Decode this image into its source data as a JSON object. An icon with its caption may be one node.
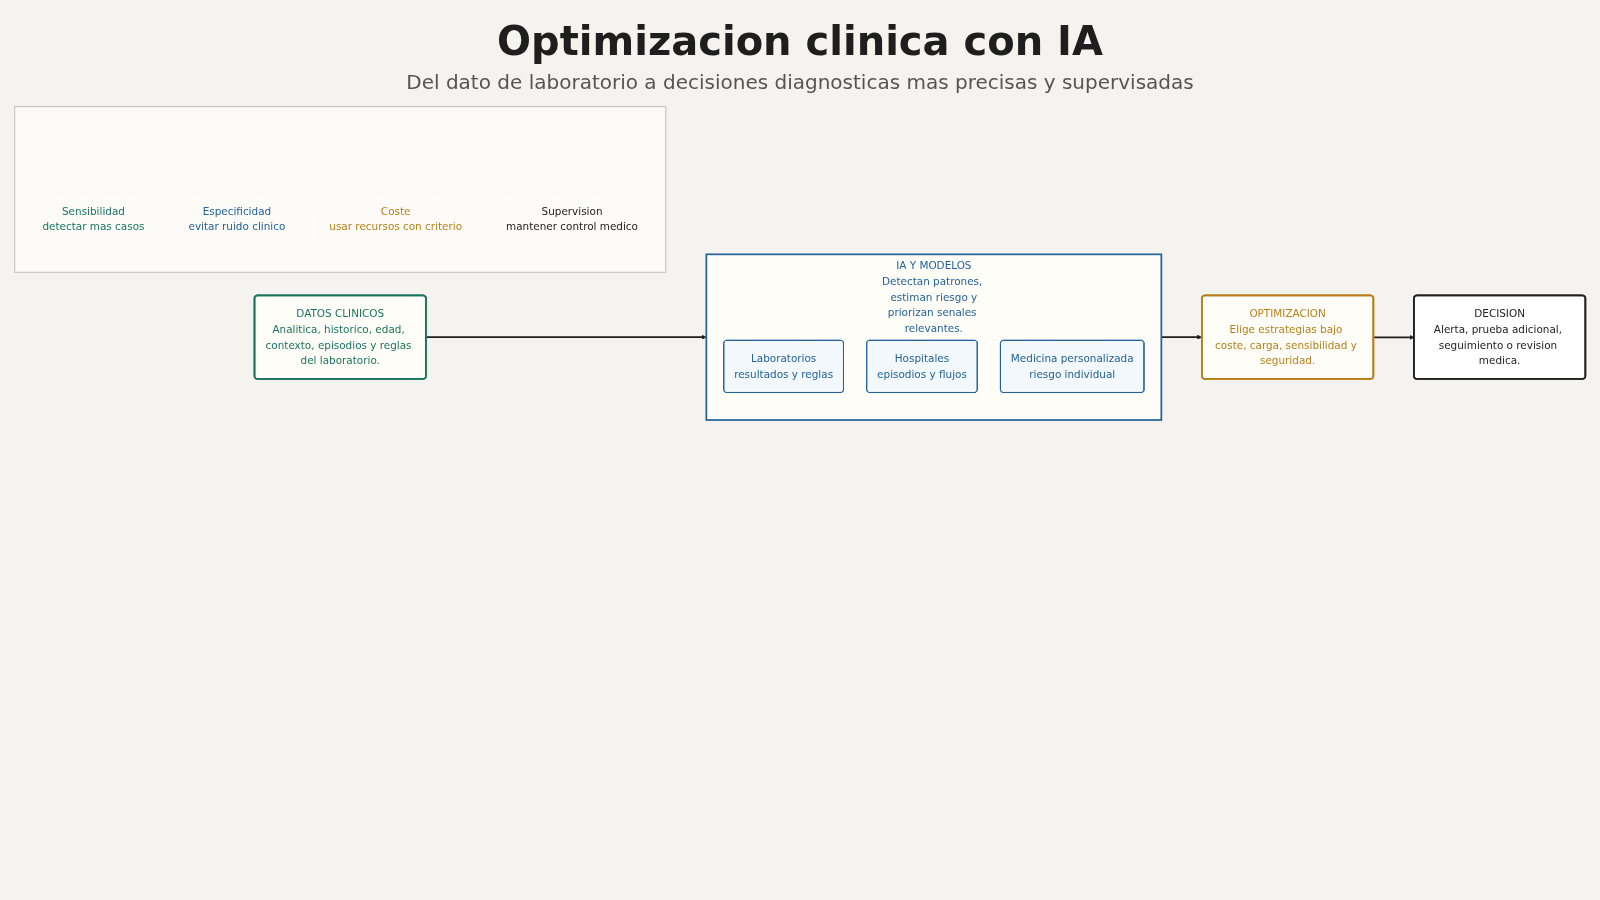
{
  "diagram": {
    "title": "Optimizacion clinica con IA",
    "nodes": [
      {
        "text": [
          "DATOS CLINICOS",
          "Analitica, historico, edad, contexto, episodios y reglas del laboratorio."
        ]
      },
      {
        "text": [
          "IA Y MODELOS",
          "Detectan patrones, estiman riesgo y priorizan senales relevantes."
        ]
      },
      {
        "text": [
          "Laboratorios",
          "resultados y reglas"
        ],
        "in": 1
      },
      {
        "text": [
          "Hospitales",
          "episodios y flujos"
        ],
        "in": 1
      },
      {
        "text": [
          "Medicina personalizada",
          "riesgo individual"
        ],
        "in": 1
      },
      {
        "text": [
          "OPTIMIZACION",
          "Elige estrategias bajo coste, carga, sensibilidad y seguridad."
        ]
      },
      {
        "text": [
          "DECISION",
          "Alerta, prueba adicional, seguimiento o revision medica."
        ]
      },
      {
        "text": [],
        "shape": "box"
      },
      {
        "text": [
          "Sensibilidad",
          "detectar mas casos"
        ],
        "in": 7
      },
      {
        "text": [
          "Especificidad",
          "evitar ruido clinico"
        ],
        "in": 7
      },
      {
        "text": [
          "Coste",
          "usar recursos con criterio"
        ],
        "in": 7
      },
      {
        "text": [
          "Supervision",
          "mantener control medico"
        ],
        "in": 7
      }
    ],
    "edges": [
      {
        "from": 0,
        "to": 1,
        "arrow": "to"
      },
      {
        "from": 1,
        "to": 5,
        "arrow": "to"
      },
      {
        "from": 5,
        "to": 6,
        "arrow": "to"
      }
    ],
    "labels": [
      "Del dato de laboratorio a decisiones diagnosticas mas precisas y supervisadas"
    ]
  }
}
